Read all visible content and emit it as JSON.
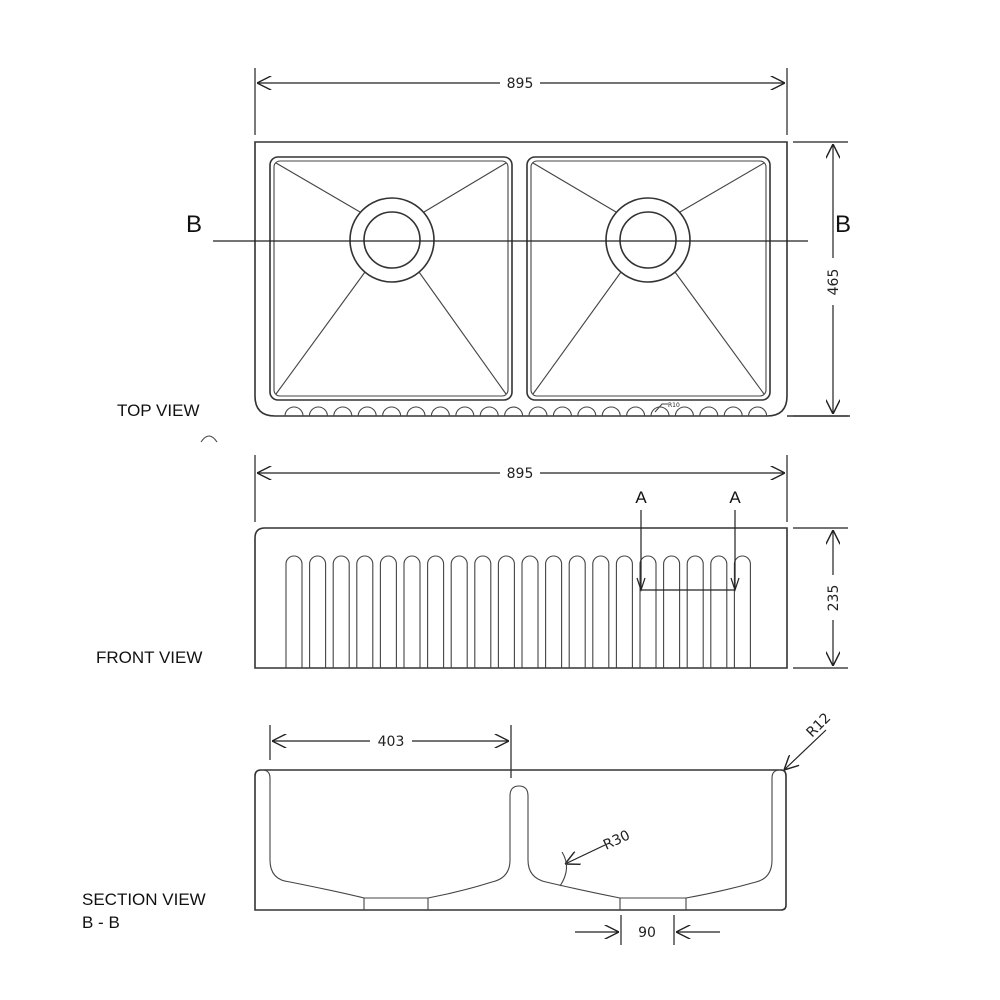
{
  "views": {
    "top": {
      "label": "TOP VIEW",
      "width_dim": "895",
      "depth_dim": "465",
      "section_marker": "B",
      "small_radius": "R10"
    },
    "front": {
      "label": "FRONT VIEW",
      "width_dim": "895",
      "height_dim": "235",
      "section_marker": "A"
    },
    "section": {
      "label_line1": "SECTION VIEW",
      "label_line2": "B - B",
      "bowl_dim": "403",
      "outer_radius": "R12",
      "inner_radius": "R30",
      "drain_dim": "90"
    }
  }
}
